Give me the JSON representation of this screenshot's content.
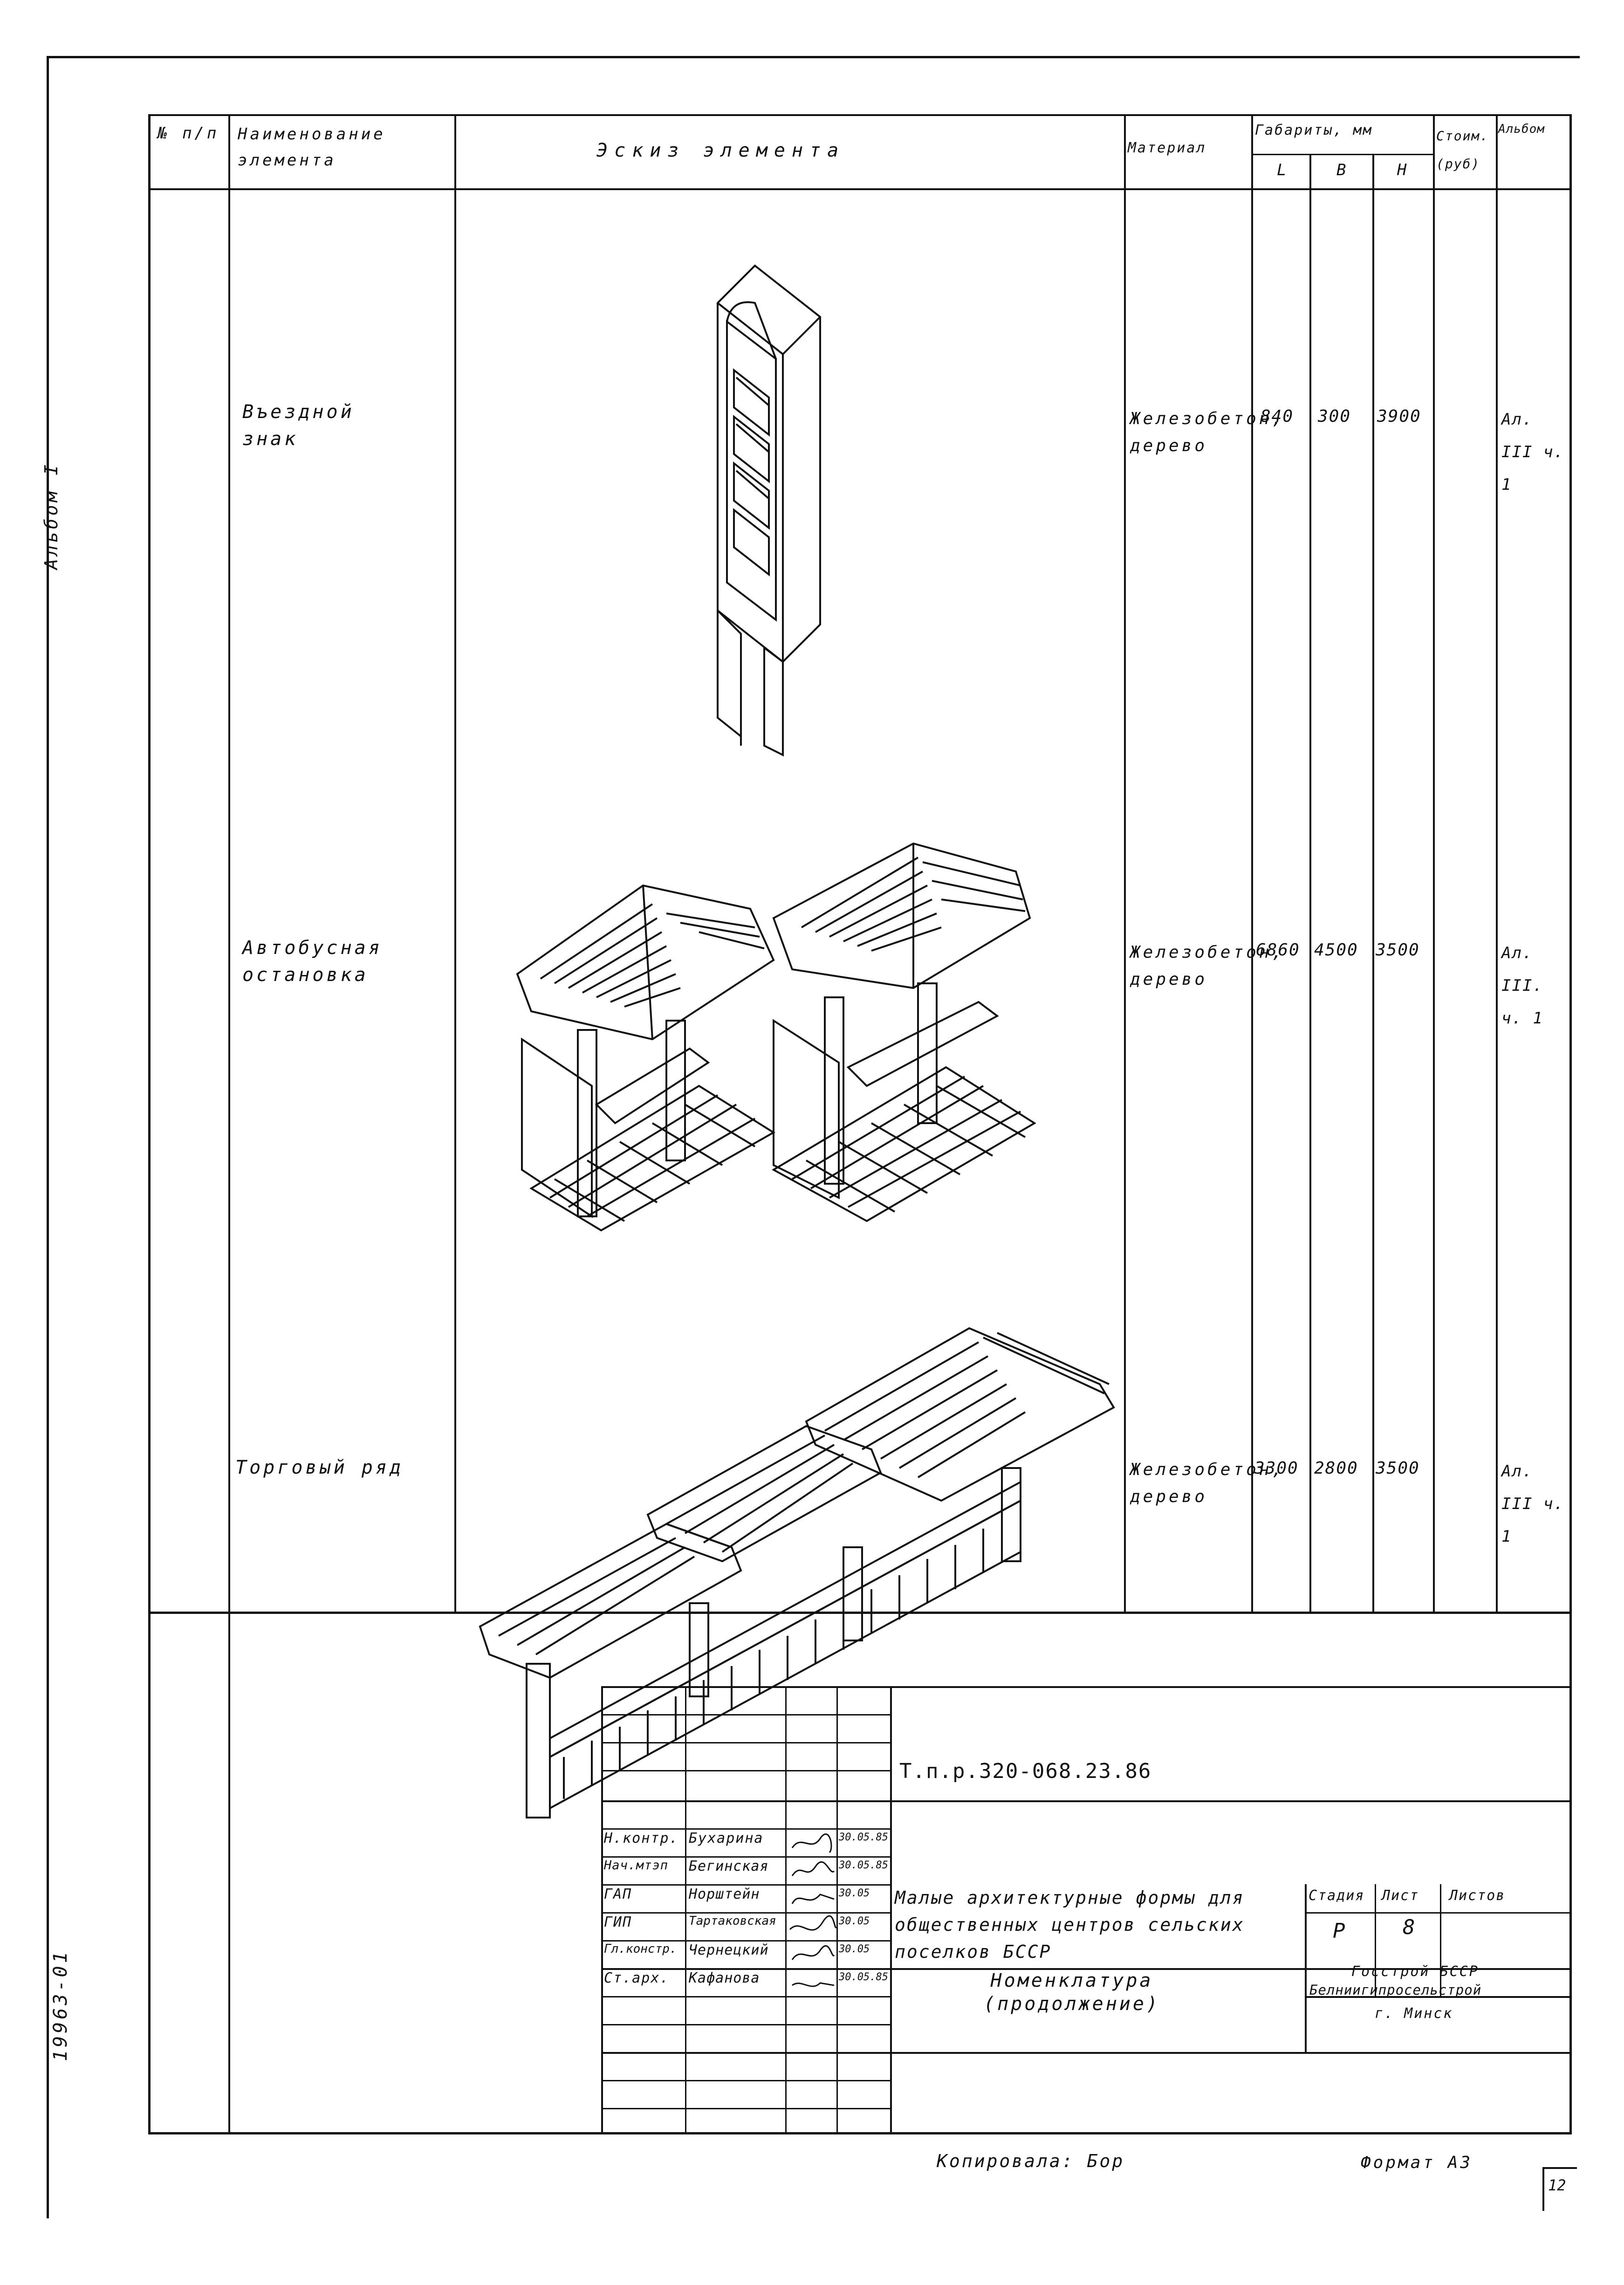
{
  "side_labels": {
    "album": "Альбом I",
    "code": "19963-01"
  },
  "header": {
    "num": "№ п/п",
    "name": "Наименование элемента",
    "sketch": "Эскиз элемента",
    "material": "Материал",
    "dims": "Габариты, мм",
    "dim_l": "L",
    "dim_b": "B",
    "dim_h": "H",
    "cost": "Стоим. (руб)",
    "album": "Альбом"
  },
  "rows": [
    {
      "name": "Въездной знак",
      "material": "Железобетон, дерево",
      "l": "840",
      "b": "300",
      "h": "3900",
      "cost": "",
      "album": "Ал. III ч. 1"
    },
    {
      "name": "Автобусная остановка",
      "material": "Железобетон, дерево",
      "l": "6860",
      "b": "4500",
      "h": "3500",
      "cost": "",
      "album": "Ал. III. ч. 1"
    },
    {
      "name": "Торговый ряд",
      "material": "Железобетон, дерево",
      "l": "3300",
      "b": "2800",
      "h": "3500",
      "cost": "",
      "album": "Ал. III ч. 1"
    }
  ],
  "title_block": {
    "doc_code": "Т.п.р.320-068.23.86",
    "staff": [
      {
        "role": "Н.контр.",
        "name": "Бухарина",
        "date": "30.05.85"
      },
      {
        "role": "Нач.мтэп",
        "name": "Бегинская",
        "date": "30.05.85"
      },
      {
        "role": "ГАП",
        "name": "Норштейн",
        "date": "30.05"
      },
      {
        "role": "ГИП",
        "name": "Тартаковская",
        "date": "30.05"
      },
      {
        "role": "Гл.констр.",
        "name": "Чернецкий",
        "date": "30.05"
      },
      {
        "role": "Ст.арх.",
        "name": "Кафанова",
        "date": "30.05.85"
      }
    ],
    "project_title": "Малые архитектурные формы для общественных центров сельских поселков БССР",
    "sheet_title": "Номенклатура (продолжение)",
    "stage_label": "Стадия",
    "sheet_label": "Лист",
    "sheets_label": "Листов",
    "stage": "Р",
    "sheet": "8",
    "sheets": "",
    "org_line1": "Госстрой БССР",
    "org_line2": "Белниигипросельстрой",
    "org_line3": "г. Минск"
  },
  "footer": {
    "copied": "Копировала: Бор",
    "format": "Формат А3",
    "page_mark": "12"
  }
}
